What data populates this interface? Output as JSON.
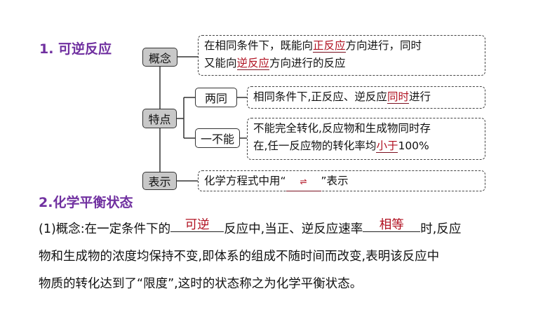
{
  "section1": {
    "title": "1. 可逆反应",
    "nodes": {
      "concept": "概念",
      "feature": "特点",
      "represent": "表示",
      "two_same": "两同",
      "one_cannot": "一不能"
    },
    "concept_text": {
      "l1a": "在相同条件下，既能向",
      "l1b": "正反应",
      "l1c": "方向进行，同时",
      "l2a": "又能向",
      "l2b": "逆反应",
      "l2c": "方向进行的反应"
    },
    "two_same_text": {
      "a": "相同条件下,正反应、逆反应",
      "b": "同时",
      "c": "进行"
    },
    "one_cannot_text": {
      "l1": "不能完全转化,反应物和生成物同时存",
      "l2a": "在,任一反应物的转化率均",
      "l2b": "小于",
      "l2c": "100%"
    },
    "represent_text": {
      "a": "化学方程式中用“",
      "b": "⇌",
      "c": "”表示"
    }
  },
  "section2": {
    "title": "2.化学平衡状态",
    "p1a": "(1)概念:在一定条件下的",
    "blank1": "可逆",
    "p1b": "反应中,当正、逆反应速率",
    "blank2": "相等",
    "p1c": "时,反应",
    "p2": "物和生成物的浓度均保持不变,即体系的组成不随时间而改变,表明该反应中",
    "p3": "物质的转化达到了“限度”,这时的状态称之为化学平衡状态。"
  },
  "colors": {
    "heading": "#7030a0",
    "answer": "#b01020"
  }
}
